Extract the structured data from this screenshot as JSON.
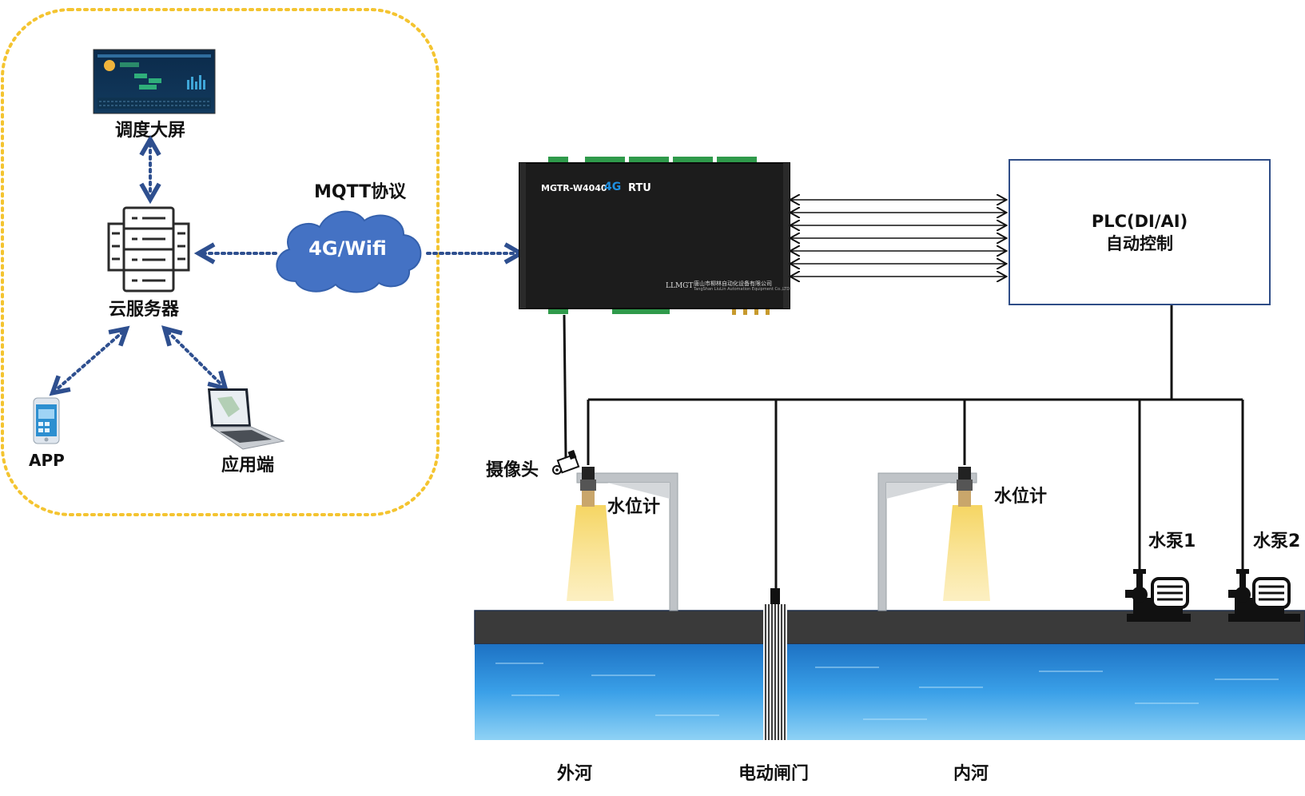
{
  "cloud_zone": {
    "dispatch_screen_label": "调度大屏",
    "cloud_server_label": "云服务器",
    "app_label": "APP",
    "client_label": "应用端",
    "protocol_label": "MQTT协议",
    "network_label": "4G/Wifi"
  },
  "rtu": {
    "model": "MGTR-W4040",
    "network": "4G",
    "type": "RTU",
    "brand": "LLMGT",
    "company_cn": "唐山市柳林自动化设备有限公司",
    "company_en": "TangShan LiuLin Automation Equipment Co.,LTD"
  },
  "plc": {
    "line1": "PLC(DI/AI)",
    "line2": "自动控制"
  },
  "field": {
    "camera_label": "摄像头",
    "water_gauge_1_label": "水位计",
    "water_gauge_2_label": "水位计",
    "pump_1_label": "水泵1",
    "pump_2_label": "水泵2",
    "outer_river_label": "外河",
    "gate_label": "电动闸门",
    "inner_river_label": "内河"
  },
  "colors": {
    "dotted_zone": "#f4c430",
    "link_arrows": "#2e4f8f",
    "cloud_fill": "#4472c4",
    "plc_border": "#2f4d87",
    "rtu_body": "#1c1c1c",
    "water": "#3aa0e8",
    "ground": "#3a3a3a",
    "light_beam": "#f7d774"
  },
  "icons": [
    "monitor-dashboard-icon",
    "server-rack-icon",
    "smartphone-icon",
    "laptop-icon",
    "cloud-icon",
    "camera-icon",
    "water-level-sensor-icon",
    "water-pump-icon",
    "gate-icon"
  ]
}
